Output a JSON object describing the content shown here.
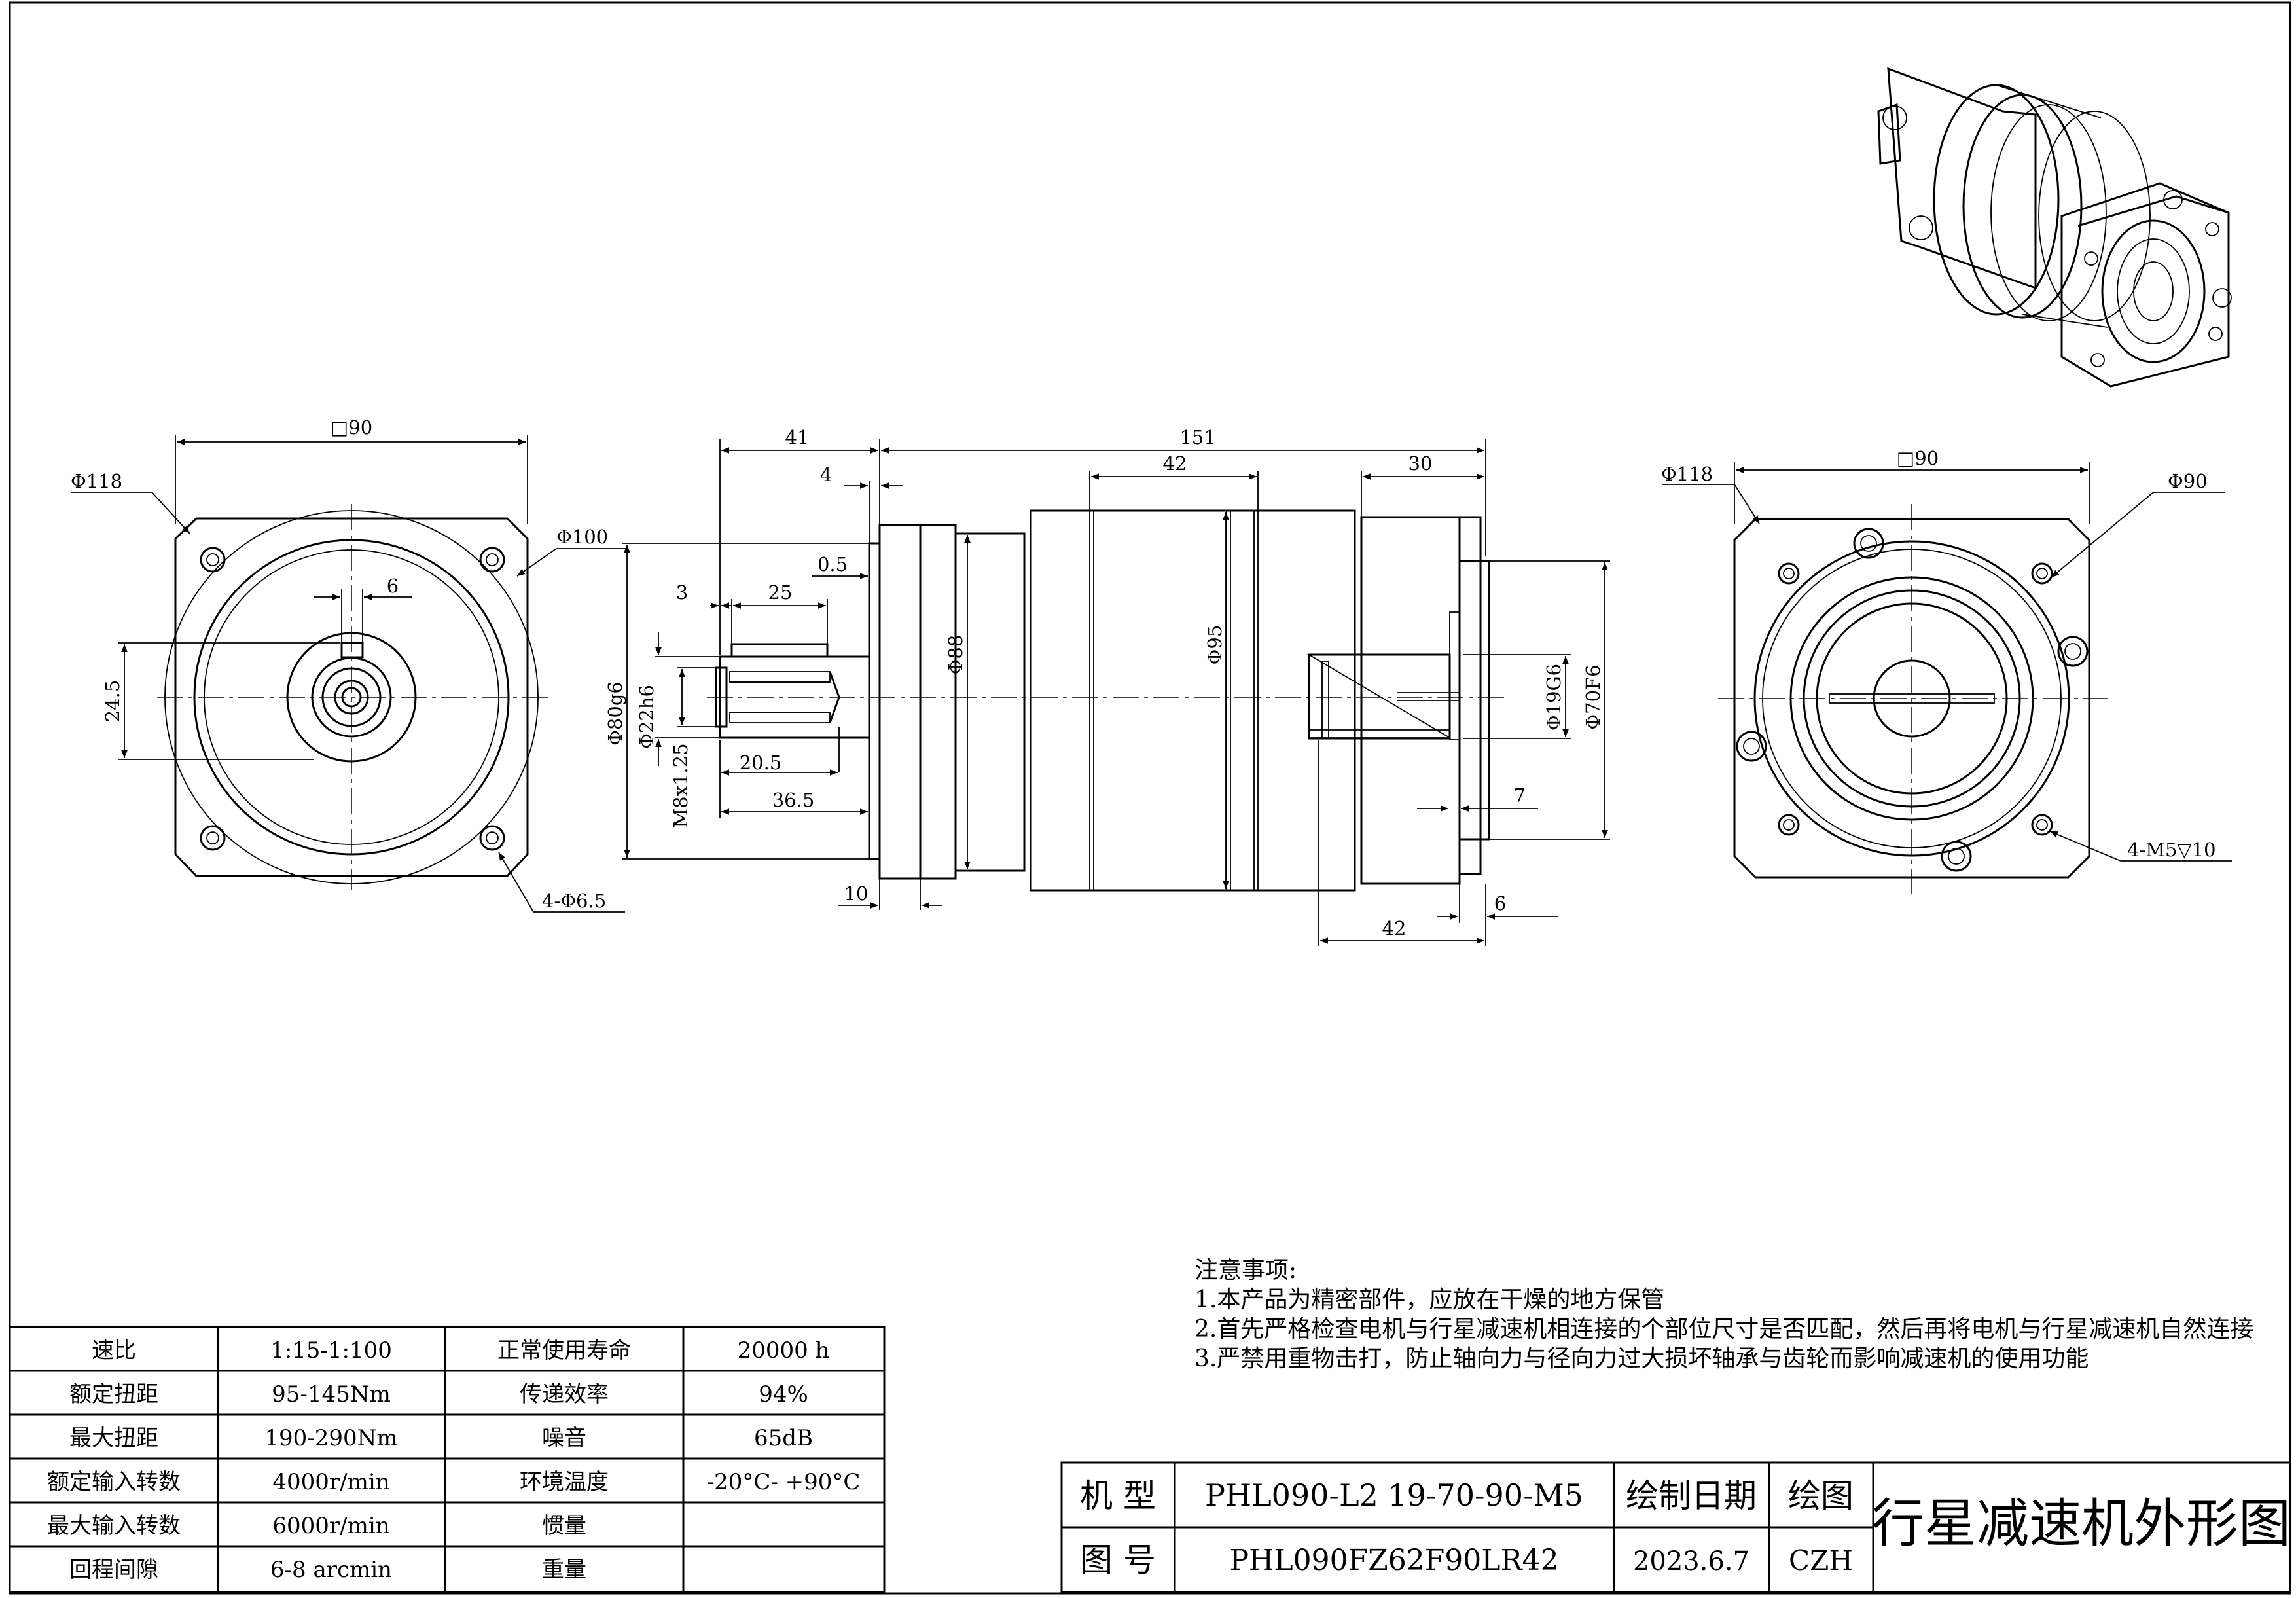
{
  "dimensions": {
    "front_square": "□90",
    "front_flange_dia": "Φ118",
    "front_pcd": "Φ100",
    "key_width": "6",
    "key_height": "24.5",
    "front_holes": "4-Φ6.5",
    "len_output": "41",
    "len_total": "151",
    "len_4": "4",
    "len_42_top": "42",
    "len_30": "30",
    "len_05": "0.5",
    "len_3": "3",
    "len_25": "25",
    "len_205": "20.5",
    "len_365": "36.5",
    "len_10": "10",
    "len_42_bottom": "42",
    "len_6": "6",
    "len_7": "7",
    "dia_80": "Φ80g6",
    "dia_22": "Φ22h6",
    "thread": "M8x1.25",
    "dia_88": "Φ88",
    "dia_95": "Φ95",
    "dia_19": "Φ19G6",
    "dia_70": "Φ70F6",
    "rear_flange_dia": "Φ118",
    "rear_square": "□90",
    "rear_pcd": "Φ90",
    "rear_holes": "4-M5▽10"
  },
  "specs": [
    [
      "速比",
      "1:15-1:100",
      "正常使用寿命",
      "20000 h"
    ],
    [
      "额定扭距",
      "95-145Nm",
      "传递效率",
      "94%"
    ],
    [
      "最大扭距",
      "190-290Nm",
      "噪音",
      "65dB"
    ],
    [
      "额定输入转数",
      "4000r/min",
      "环境温度",
      "-20°C- +90°C"
    ],
    [
      "最大输入转数",
      "6000r/min",
      "惯量",
      ""
    ],
    [
      "回程间隙",
      "6-8 arcmin",
      "重量",
      ""
    ]
  ],
  "notes": {
    "title": "注意事项:",
    "items": [
      "1.本产品为精密部件，应放在干燥的地方保管",
      "2.首先严格检查电机与行星减速机相连接的个部位尺寸是否匹配，然后再将电机与行星减速机自然连接",
      "3.严禁用重物击打，防止轴向力与径向力过大损坏轴承与齿轮而影响减速机的使用功能"
    ]
  },
  "title_block": {
    "model_label": "机  型",
    "model_value": "PHL090-L2 19-70-90-M5",
    "drawing_no_label": "图  号",
    "drawing_no_value": "PHL090FZ62F90LR42",
    "date_label": "绘制日期",
    "date_value": "2023.6.7",
    "drafter_label": "绘图",
    "drafter_value": "CZH",
    "drawing_title": "行星减速机外形图"
  }
}
